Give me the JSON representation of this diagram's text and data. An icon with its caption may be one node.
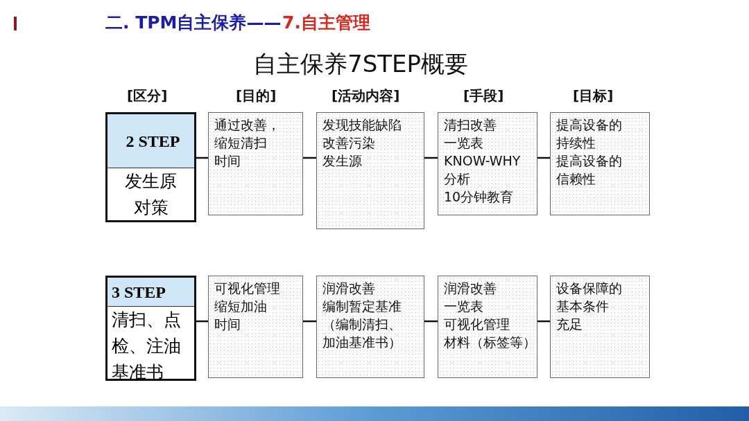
{
  "diagram": {
    "title": "自主保养7STEP概要",
    "nodes": [
      {
        "text": [
          "2 STEP",
          "发生原对策"
        ]
      },
      {
        "text": [
          "通过改善，",
          "缩短清扫",
          "时间"
        ]
      },
      {
        "text": [
          "发现技能缺陷",
          "改善污染",
          "发生源"
        ]
      },
      {
        "text": [
          "清扫改善",
          "一览表",
          "KNOW-WHY",
          "分析",
          "10分钟教育"
        ]
      },
      {
        "text": [
          "提高设备的",
          "持续性",
          "提高设备的",
          "信赖性"
        ]
      },
      {
        "text": [
          "3 STEP",
          "清扫、点检、注油基准书"
        ]
      },
      {
        "text": [
          "可视化管理",
          "缩短加油",
          "时间"
        ]
      },
      {
        "text": [
          "润滑改善",
          "编制暂定基准",
          "（编制清扫、",
          "加油基准书）"
        ]
      },
      {
        "text": [
          "润滑改善",
          "一览表",
          "可视化管理",
          "材料（标签等）"
        ]
      },
      {
        "text": [
          "设备保障的",
          "基本条件",
          "充足"
        ]
      }
    ],
    "edges": [
      {
        "from": 0,
        "to": 1,
        "arrow": "none"
      },
      {
        "from": 1,
        "to": 2,
        "arrow": "none"
      },
      {
        "from": 2,
        "to": 3,
        "arrow": "none"
      },
      {
        "from": 3,
        "to": 4,
        "arrow": "none"
      },
      {
        "from": 5,
        "to": 6,
        "arrow": "none"
      },
      {
        "from": 6,
        "to": 7,
        "arrow": "none"
      },
      {
        "from": 7,
        "to": 8,
        "arrow": "none"
      },
      {
        "from": 8,
        "to": 9,
        "arrow": "none"
      }
    ],
    "labels": [
      "二. TPM自主保养——",
      "7.自主管理",
      "[区分]",
      "[目的]",
      "[活动内容]",
      "[手段]",
      "[目标]"
    ]
  }
}
